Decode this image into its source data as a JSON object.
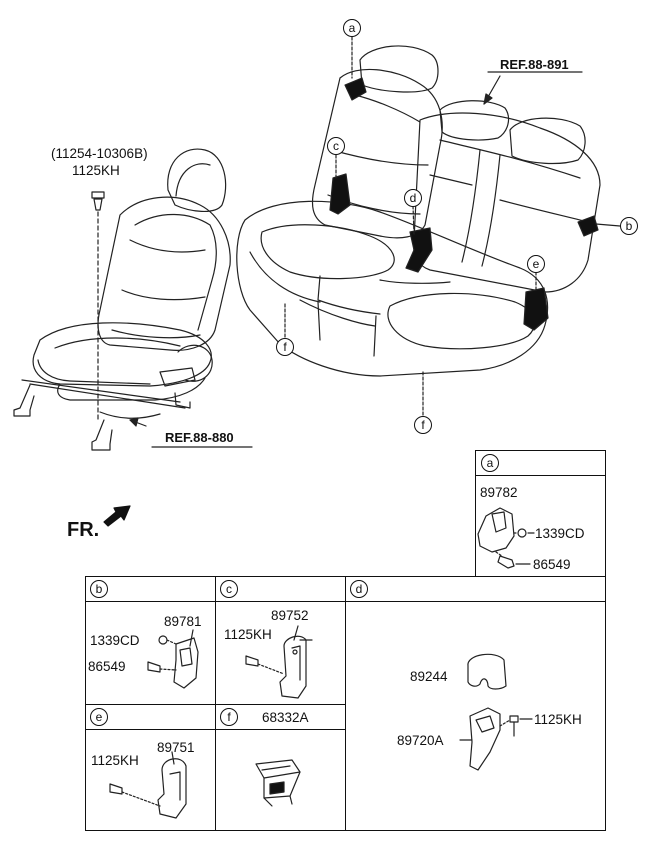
{
  "front_seat": {
    "top_label": "(11254-10306B)",
    "bolt_label": "1125KH",
    "ref_label": "REF.88-880"
  },
  "rear_seat": {
    "ref_label": "REF.88-891",
    "callouts": [
      "a",
      "b",
      "c",
      "d",
      "e",
      "f",
      "f"
    ]
  },
  "direction": {
    "label": "FR."
  },
  "table": {
    "a": {
      "letter": "a",
      "parts": [
        "89782",
        "1339CD",
        "86549"
      ]
    },
    "b": {
      "letter": "b",
      "parts": [
        "89781",
        "1339CD",
        "86549"
      ]
    },
    "c": {
      "letter": "c",
      "parts": [
        "89752",
        "1125KH"
      ]
    },
    "d": {
      "letter": "d",
      "parts": [
        "89244",
        "1125KH",
        "89720A"
      ]
    },
    "e": {
      "letter": "e",
      "parts": [
        "89751",
        "1125KH"
      ]
    },
    "f": {
      "letter": "f",
      "parts": [
        "68332A"
      ]
    }
  }
}
